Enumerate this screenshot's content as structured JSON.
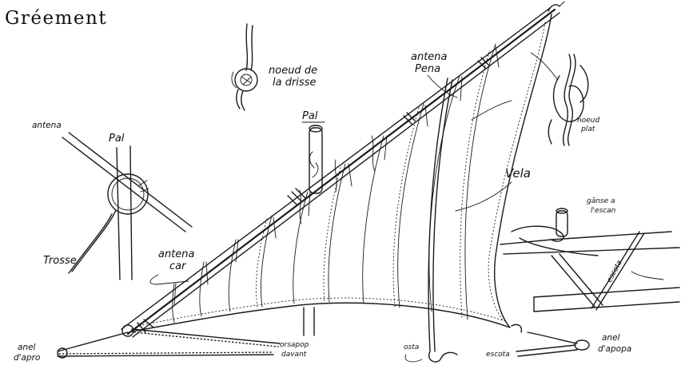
{
  "title": "Gréement",
  "labels": {
    "noeud_drisse_1": "noeud de",
    "noeud_drisse_2": "la drisse",
    "pal_center": "Pal",
    "antena_pena_1": "antena",
    "antena_pena_2": "Pena",
    "noeud_plat_1": "noeud",
    "noeud_plat_2": "plat",
    "vela": "Vela",
    "ganse_1": "gānse a",
    "ganse_2": "l'escan",
    "escota_side": "escota",
    "antena_left": "antena",
    "pal_left": "Pal",
    "trosse": "Trosse",
    "antena_car_1": "antena",
    "antena_car_2": "car",
    "anel_apro_1": "anel",
    "anel_apro_2": "d'apro",
    "orsapop_1": "orsapop",
    "orsapop_2": "davant",
    "osta": "osta",
    "escota_bottom": "escota",
    "anel_apopa_1": "anel",
    "anel_apopa_2": "d'apopa"
  }
}
